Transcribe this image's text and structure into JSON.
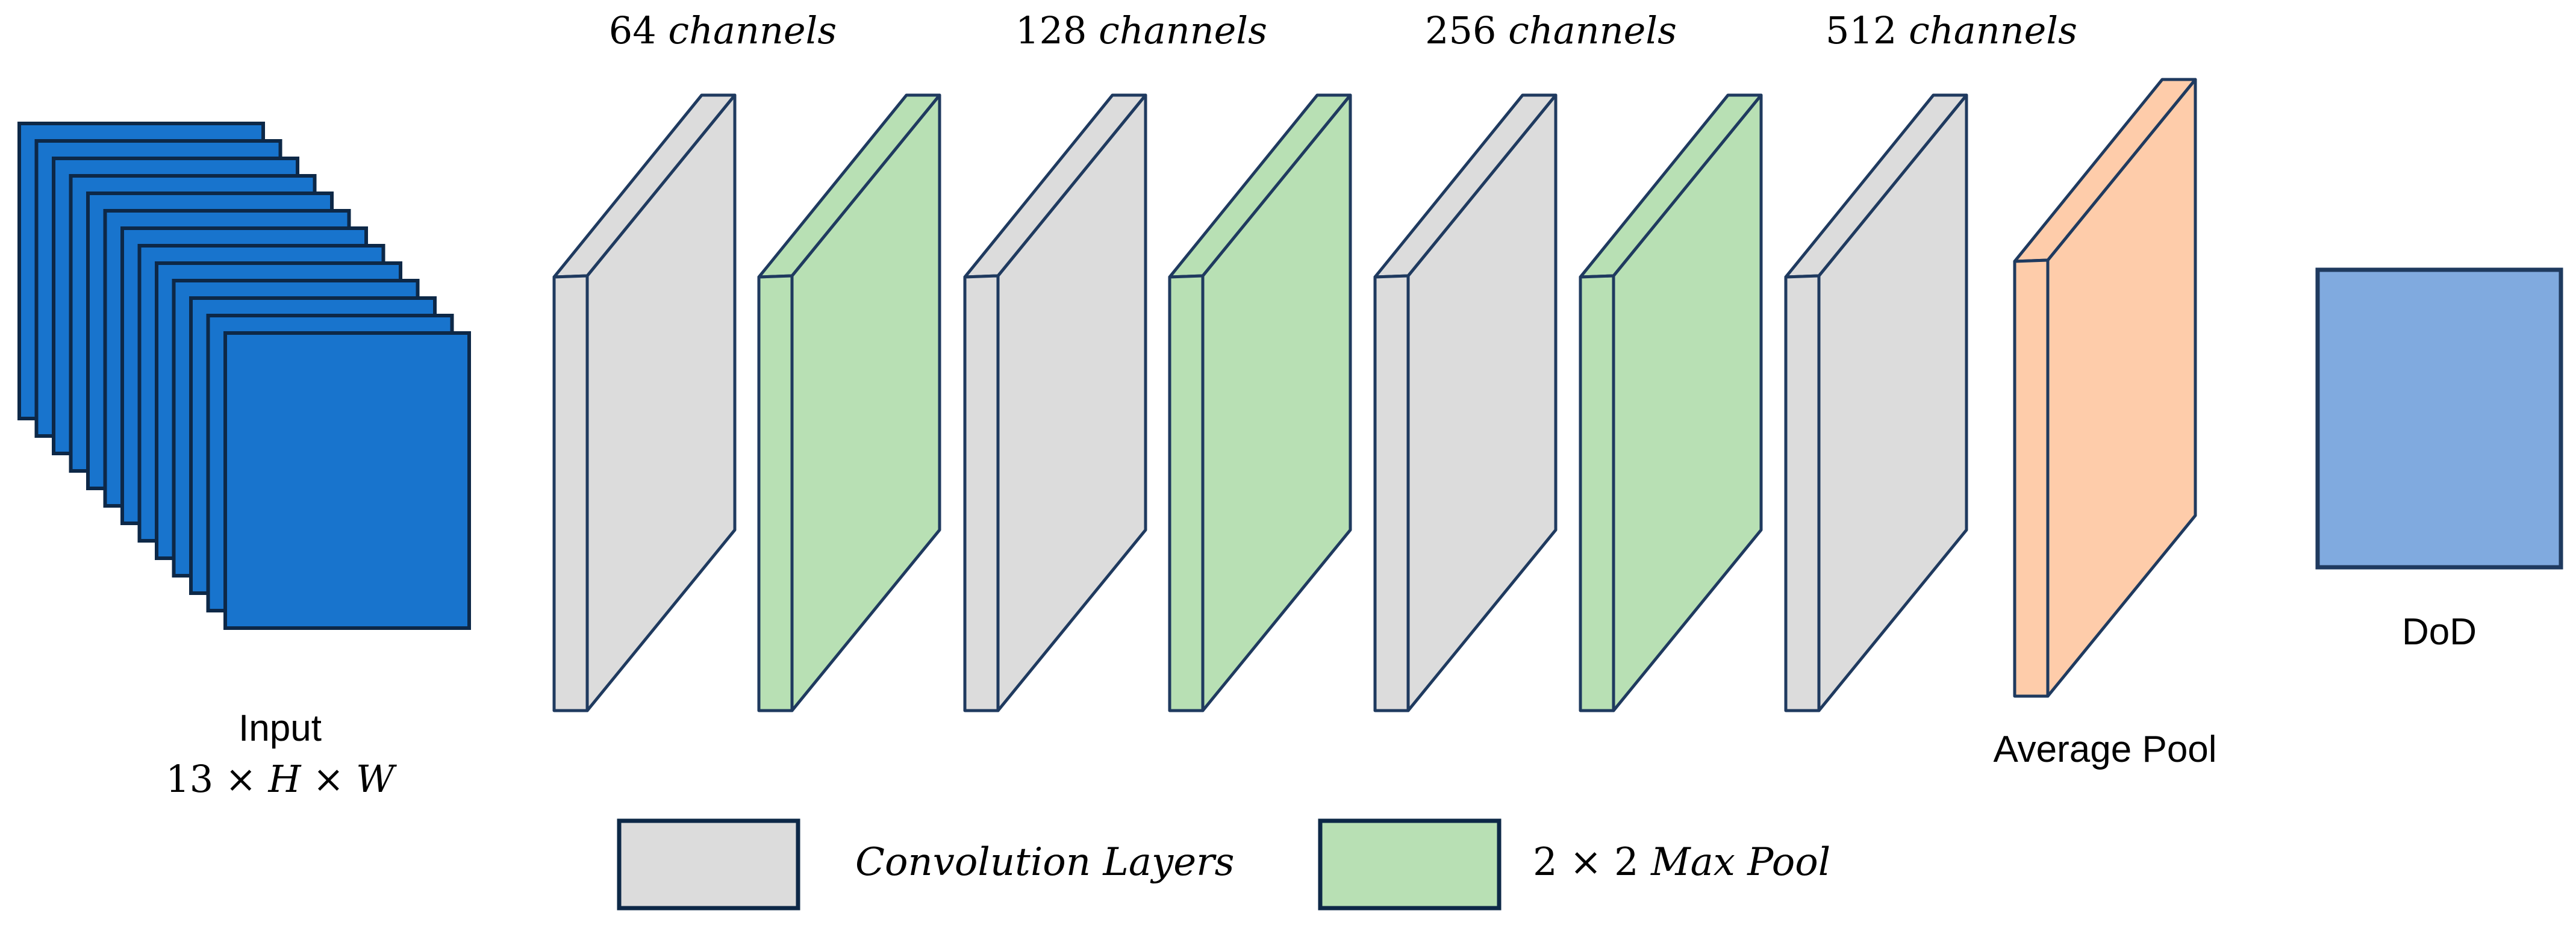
{
  "input": {
    "label": "Input",
    "shape": {
      "num": "13",
      "times1": "×",
      "h": "H",
      "times2": "×",
      "w": "W"
    },
    "color": "#1874CD",
    "stroke": "#0D2847"
  },
  "channel_labels": [
    {
      "num": "64",
      "word": "channels"
    },
    {
      "num": "128",
      "word": "channels"
    },
    {
      "num": "256",
      "word": "channels"
    },
    {
      "num": "512",
      "word": "channels"
    }
  ],
  "layers": {
    "conv_color": "#DCDCDC",
    "pool_color": "#B8E0B4",
    "avg_color": "#FECCAA",
    "edge_color": "#1F3A5F"
  },
  "average_pool": {
    "label": "Average Pool"
  },
  "output": {
    "label": "DoD",
    "color": "#80AADF"
  },
  "legend": {
    "conv": {
      "label": "Convolution Layers",
      "color": "#DCDCDC"
    },
    "pool": {
      "num": "2",
      "times": "×",
      "num2": "2",
      "label": "Max Pool",
      "color": "#B8E0B4"
    }
  }
}
